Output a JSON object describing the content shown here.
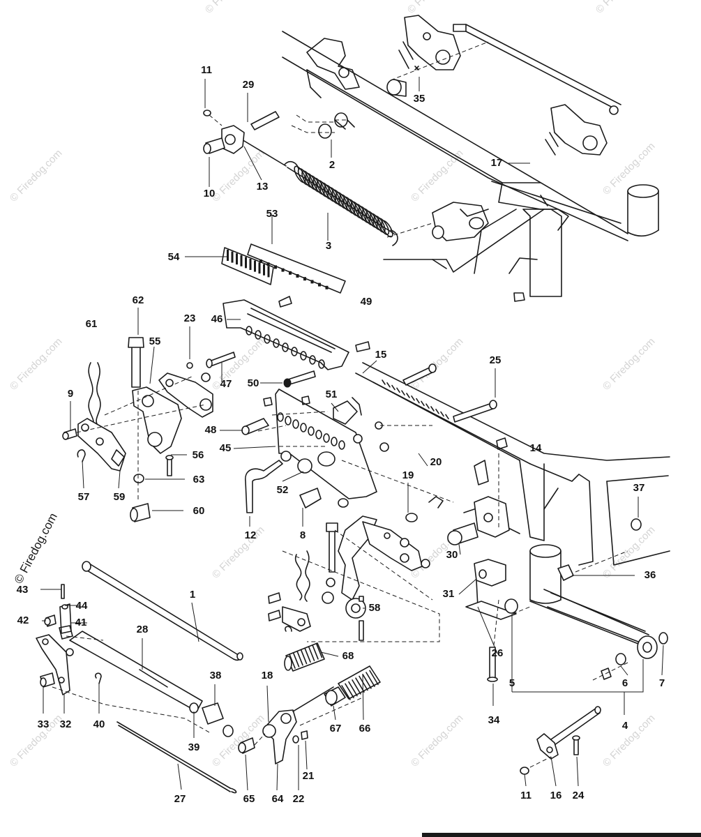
{
  "diagram": {
    "watermark": "© Firedog.com",
    "callouts": {
      "c1": "1",
      "c2": "2",
      "c3": "3",
      "c4": "4",
      "c5": "5",
      "c6": "6",
      "c7": "7",
      "c8": "8",
      "c9": "9",
      "c10": "10",
      "c11a": "11",
      "c11b": "11",
      "c12": "12",
      "c13": "13",
      "c14": "14",
      "c15": "15",
      "c16": "16",
      "c17": "17",
      "c18": "18",
      "c19": "19",
      "c20": "20",
      "c21": "21",
      "c22": "22",
      "c23": "23",
      "c24": "24",
      "c25": "25",
      "c26": "26",
      "c27": "27",
      "c28": "28",
      "c29": "29",
      "c30": "30",
      "c31": "31",
      "c32": "32",
      "c33": "33",
      "c34": "34",
      "c35": "35",
      "c36": "36",
      "c37": "37",
      "c38": "38",
      "c39": "39",
      "c40": "40",
      "c41": "41",
      "c42": "42",
      "c43": "43",
      "c44": "44",
      "c45": "45",
      "c46": "46",
      "c47": "47",
      "c48": "48",
      "c49": "49",
      "c50": "50",
      "c51": "51",
      "c52": "52",
      "c53": "53",
      "c54": "54",
      "c55": "55",
      "c56": "56",
      "c57": "57",
      "c58": "58",
      "c59": "59",
      "c60": "60",
      "c61": "61",
      "c62": "62",
      "c63": "63",
      "c64": "64",
      "c65": "65",
      "c66": "66",
      "c67": "67",
      "c68": "68"
    }
  }
}
